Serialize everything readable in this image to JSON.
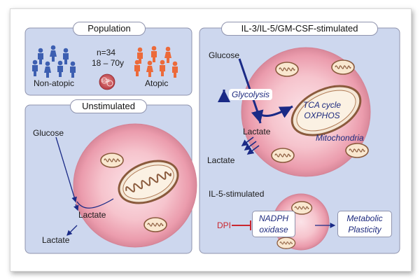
{
  "panels": {
    "population": {
      "title": "Population",
      "non_atopic_label": "Non-atopic",
      "atopic_label": "Atopic",
      "n_text": "n=34",
      "age_text": "18 – 70y",
      "badge_text": "EOS"
    },
    "unstimulated": {
      "title": "Unstimulated",
      "glucose": "Glucose",
      "lactate_inner": "Lactate",
      "lactate_outer": "Lactate"
    },
    "stimulated": {
      "title": "IL-3/IL-5/GM-CSF-stimulated",
      "glucose": "Glucose",
      "glycolysis": "Glycolysis",
      "tca": "TCA cycle",
      "oxphos": "OXPHOS",
      "mitochondria": "Mitochondria",
      "lactate_inner": "Lactate",
      "lactate_outer": "Lactate"
    },
    "il5": {
      "title": "IL-5-stimulated",
      "dpi": "DPI",
      "nadph_line1": "NADPH",
      "nadph_line2": "oxidase",
      "plasticity_line1": "Metabolic",
      "plasticity_line2": "Plasticity"
    }
  },
  "colors": {
    "panel_bg": "#cdd7ee",
    "cell_fill": "#f2b3bf",
    "nonatopic_people": "#3d5fb1",
    "atopic_people": "#ec6a3a",
    "arrow": "#1a2a86",
    "inhibitor": "#c9272f"
  }
}
